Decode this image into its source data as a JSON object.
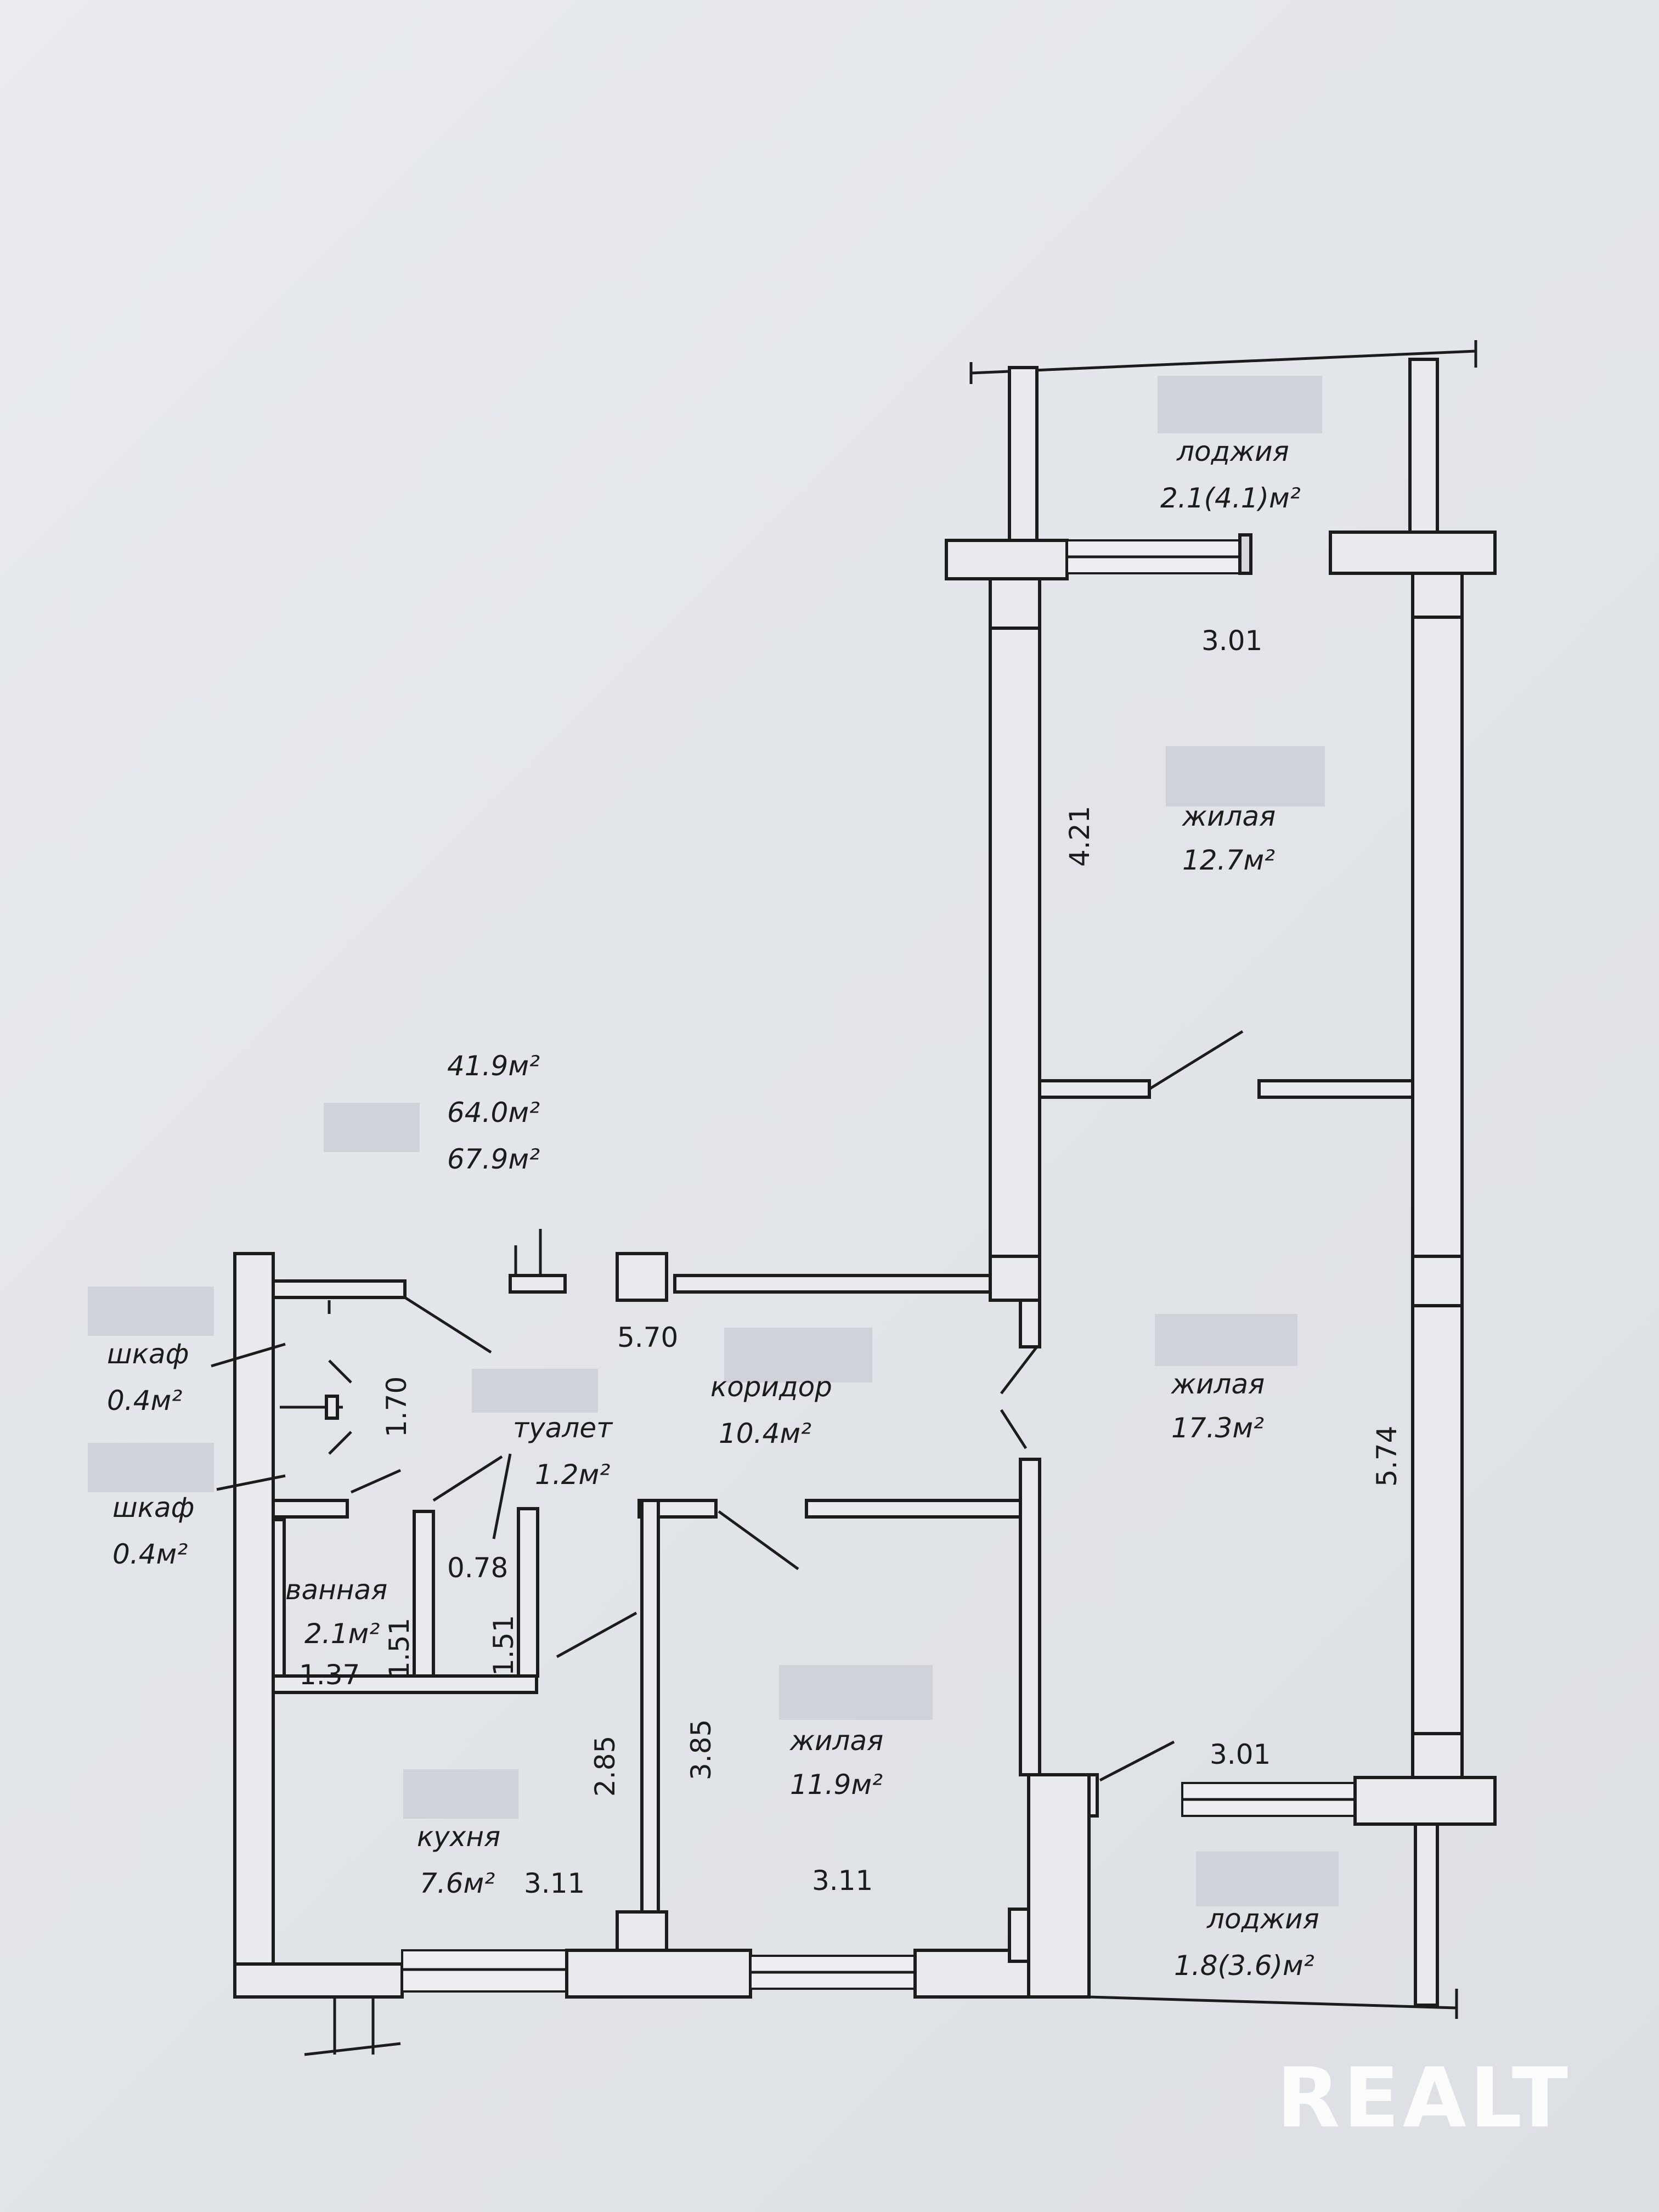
{
  "rooms": {
    "loggia_top": {
      "label": "лоджия",
      "area": "2.1(4.1)м²"
    },
    "living_top": {
      "label": "жилая",
      "area": "12.7м²"
    },
    "living_mid": {
      "label": "жилая",
      "area": "17.3м²"
    },
    "living_bot": {
      "label": "жилая",
      "area": "11.9м²"
    },
    "corridor": {
      "label": "коридор",
      "area": "10.4м²"
    },
    "toilet": {
      "label": "туалет",
      "area": "1.2м²"
    },
    "bath": {
      "label": "ванная",
      "area": "2.1м²"
    },
    "kitchen": {
      "label": "кухня",
      "area": "7.6м²"
    },
    "closet1": {
      "label": "шкаф",
      "area": "0.4м²"
    },
    "closet2": {
      "label": "шкаф",
      "area": "0.4м²"
    },
    "loggia_bot": {
      "label": "лоджия",
      "area": "1.8(3.6)м²"
    }
  },
  "totals": [
    "41.9м²",
    "64.0м²",
    "67.9м²"
  ],
  "dimensions": {
    "loggia_top_width": "3.01",
    "living_top_depth": "4.21",
    "corridor_width": "5.70",
    "closet_height": "1.70",
    "toilet_width": "0.78",
    "bath_height_left": "1.51",
    "toilet_height": "1.51",
    "bath_width": "1.37",
    "kitchen_height": "2.85",
    "living_bot_height": "3.85",
    "kitchen_width": "3.11",
    "living_bot_width": "3.11",
    "living_mid_depth": "5.74",
    "loggia_bot_width": "3.01"
  },
  "watermark": "REALT"
}
